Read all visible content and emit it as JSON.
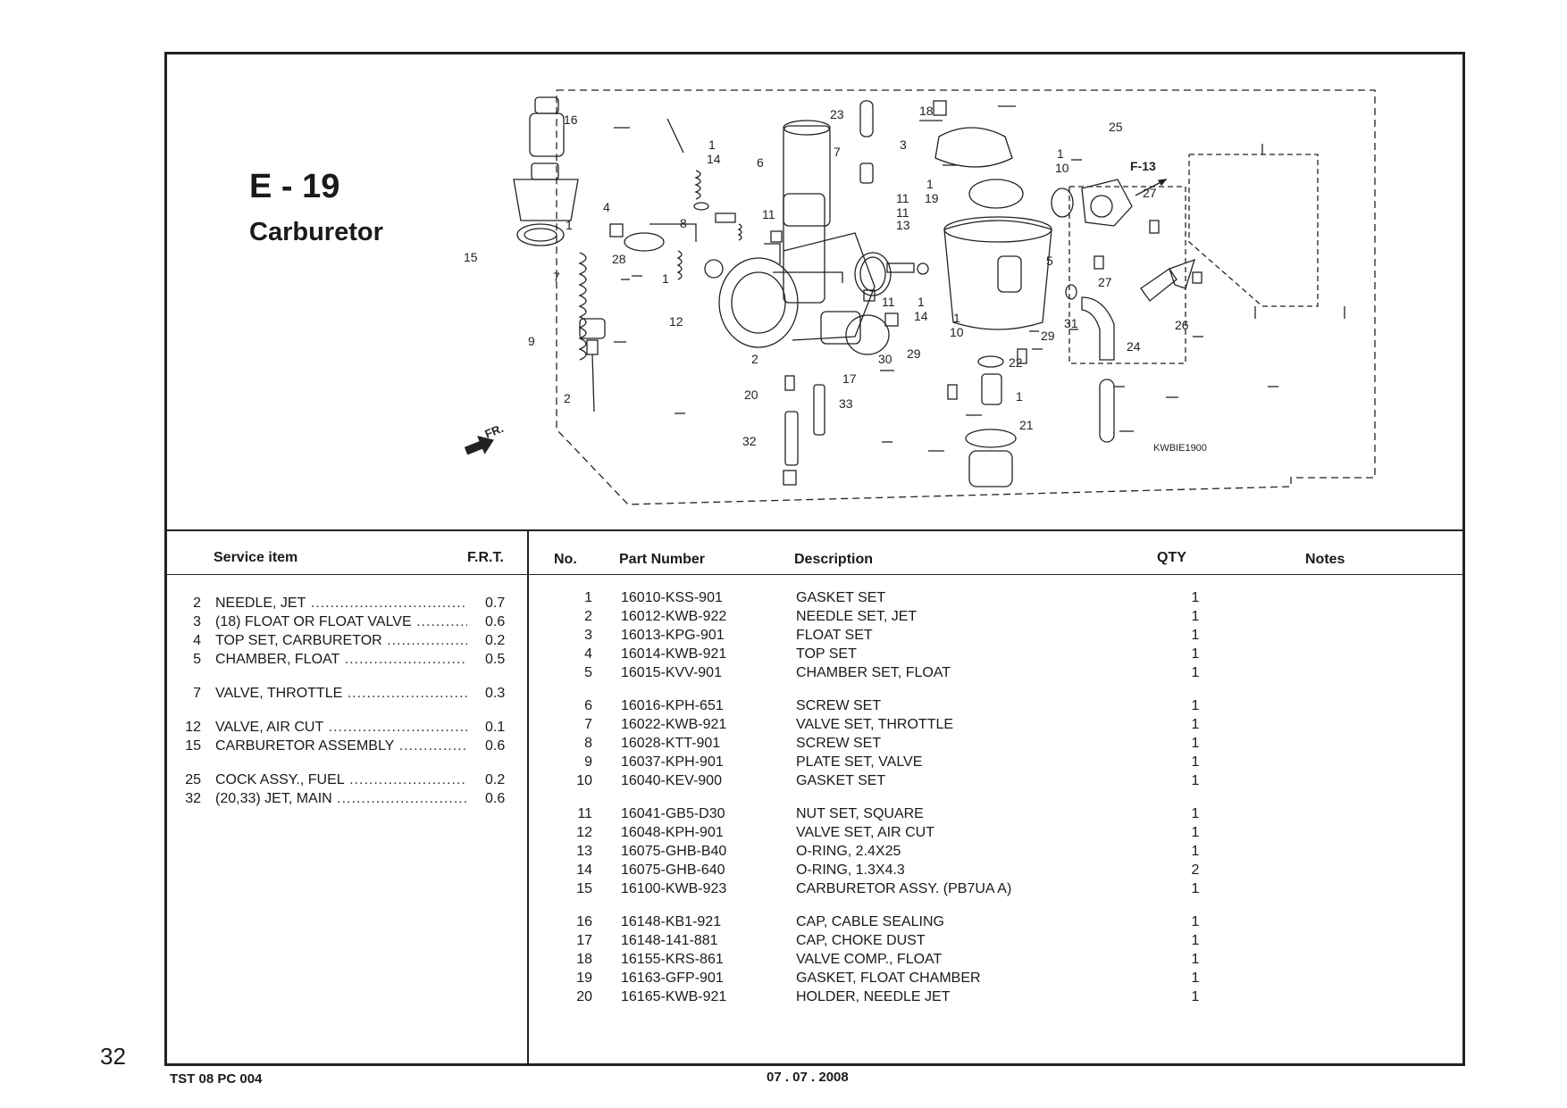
{
  "section": {
    "code": "E - 19",
    "title": "Carburetor"
  },
  "diagram": {
    "image_code": "KWBIE1900",
    "fr_label": "FR.",
    "ref_label": "F-13",
    "callouts": [
      "16",
      "23",
      "18",
      "25",
      "1",
      "14",
      "6",
      "7",
      "3",
      "1",
      "10",
      "27",
      "4",
      "1",
      "11",
      "8",
      "11",
      "1",
      "11",
      "19",
      "13",
      "28",
      "15",
      "7",
      "1",
      "5",
      "12",
      "11",
      "1",
      "14",
      "27",
      "31",
      "26",
      "9",
      "1",
      "10",
      "29",
      "2",
      "30",
      "29",
      "22",
      "24",
      "17",
      "20",
      "33",
      "1",
      "2",
      "21",
      "32"
    ]
  },
  "service_table": {
    "headers": {
      "item": "Service item",
      "frt": "F.R.T."
    },
    "groups": [
      [
        {
          "no": "2",
          "item": "NEEDLE, JET",
          "frt": "0.7"
        },
        {
          "no": "3",
          "item": "(18) FLOAT OR FLOAT VALVE",
          "frt": "0.6"
        },
        {
          "no": "4",
          "item": "TOP SET, CARBURETOR",
          "frt": "0.2"
        },
        {
          "no": "5",
          "item": "CHAMBER, FLOAT",
          "frt": "0.5"
        }
      ],
      [
        {
          "no": "7",
          "item": "VALVE, THROTTLE",
          "frt": "0.3"
        }
      ],
      [
        {
          "no": "12",
          "item": "VALVE, AIR CUT",
          "frt": "0.1"
        },
        {
          "no": "15",
          "item": "CARBURETOR ASSEMBLY",
          "frt": "0.6"
        }
      ],
      [
        {
          "no": "25",
          "item": "COCK ASSY., FUEL",
          "frt": "0.2"
        },
        {
          "no": "32",
          "item": "(20,33) JET, MAIN",
          "frt": "0.6"
        }
      ]
    ]
  },
  "parts_table": {
    "headers": {
      "no": "No.",
      "part": "Part Number",
      "desc": "Description",
      "qty": "QTY",
      "notes": "Notes"
    },
    "groups": [
      [
        {
          "no": "1",
          "part": "16010-KSS-901",
          "desc": "GASKET SET",
          "qty": "1"
        },
        {
          "no": "2",
          "part": "16012-KWB-922",
          "desc": "NEEDLE SET, JET",
          "qty": "1"
        },
        {
          "no": "3",
          "part": "16013-KPG-901",
          "desc": "FLOAT SET",
          "qty": "1"
        },
        {
          "no": "4",
          "part": "16014-KWB-921",
          "desc": "TOP SET",
          "qty": "1"
        },
        {
          "no": "5",
          "part": "16015-KVV-901",
          "desc": "CHAMBER SET, FLOAT",
          "qty": "1"
        }
      ],
      [
        {
          "no": "6",
          "part": "16016-KPH-651",
          "desc": "SCREW SET",
          "qty": "1"
        },
        {
          "no": "7",
          "part": "16022-KWB-921",
          "desc": "VALVE SET, THROTTLE",
          "qty": "1"
        },
        {
          "no": "8",
          "part": "16028-KTT-901",
          "desc": "SCREW SET",
          "qty": "1"
        },
        {
          "no": "9",
          "part": "16037-KPH-901",
          "desc": "PLATE SET, VALVE",
          "qty": "1"
        },
        {
          "no": "10",
          "part": "16040-KEV-900",
          "desc": "GASKET SET",
          "qty": "1"
        }
      ],
      [
        {
          "no": "11",
          "part": "16041-GB5-D30",
          "desc": "NUT SET, SQUARE",
          "qty": "1"
        },
        {
          "no": "12",
          "part": "16048-KPH-901",
          "desc": "VALVE SET, AIR CUT",
          "qty": "1"
        },
        {
          "no": "13",
          "part": "16075-GHB-B40",
          "desc": "O-RING, 2.4X25",
          "qty": "1"
        },
        {
          "no": "14",
          "part": "16075-GHB-640",
          "desc": "O-RING, 1.3X4.3",
          "qty": "2"
        },
        {
          "no": "15",
          "part": "16100-KWB-923",
          "desc": "CARBURETOR ASSY. (PB7UA A)",
          "qty": "1"
        }
      ],
      [
        {
          "no": "16",
          "part": "16148-KB1-921",
          "desc": "CAP, CABLE SEALING",
          "qty": "1"
        },
        {
          "no": "17",
          "part": "16148-141-881",
          "desc": "CAP, CHOKE DUST",
          "qty": "1"
        },
        {
          "no": "18",
          "part": "16155-KRS-861",
          "desc": "VALVE COMP., FLOAT",
          "qty": "1"
        },
        {
          "no": "19",
          "part": "16163-GFP-901",
          "desc": "GASKET, FLOAT CHAMBER",
          "qty": "1"
        },
        {
          "no": "20",
          "part": "16165-KWB-921",
          "desc": "HOLDER, NEEDLE JET",
          "qty": "1"
        }
      ]
    ]
  },
  "page_number": "32",
  "footer": {
    "doc_code": "TST 08 PC 004",
    "date": "07 . 07 . 2008"
  }
}
